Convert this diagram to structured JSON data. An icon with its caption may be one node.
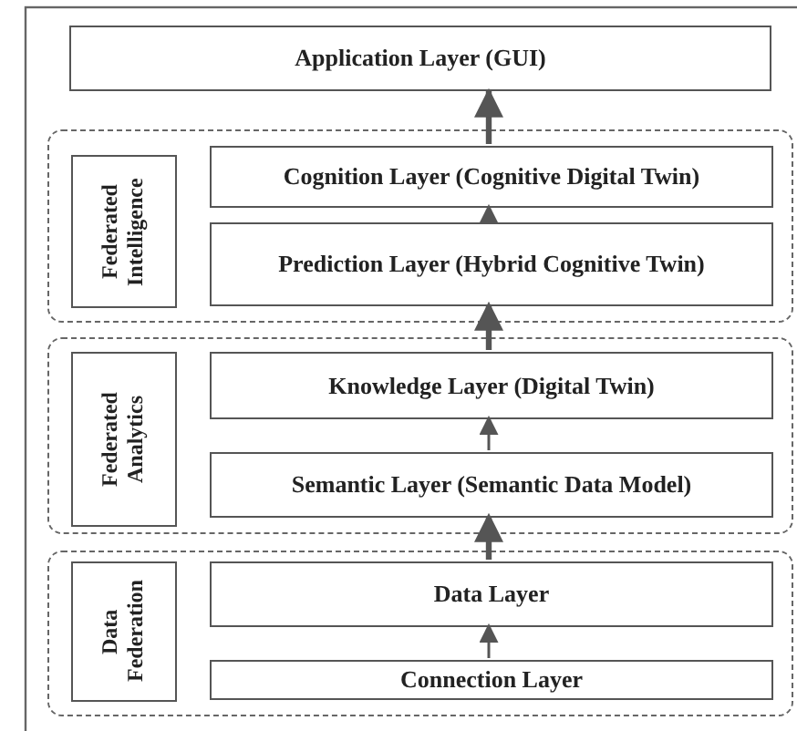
{
  "diagram": {
    "nodes": [
      {
        "text": [
          "Application Layer (GUI)"
        ]
      },
      {
        "text": [],
        "shape": "box"
      },
      {
        "text": [
          "Federated Intelligence"
        ],
        "in": 1
      },
      {
        "text": [
          "Cognition Layer (Cognitive Digital Twin)"
        ],
        "in": 1
      },
      {
        "text": [
          "Prediction Layer (Hybrid Cognitive Twin)"
        ],
        "in": 1
      },
      {
        "text": [],
        "shape": "box"
      },
      {
        "text": [
          "Federated Analytics"
        ],
        "in": 5
      },
      {
        "text": [
          "Knowledge Layer (Digital Twin)"
        ],
        "in": 5
      },
      {
        "text": [
          "Semantic Layer (Semantic Data Model)"
        ],
        "in": 5
      },
      {
        "text": [],
        "shape": "box"
      },
      {
        "text": [
          "Data Federation"
        ],
        "in": 9
      },
      {
        "text": [
          "Data Layer"
        ],
        "in": 9
      },
      {
        "text": [
          "Connection Layer"
        ],
        "in": 9
      }
    ],
    "edges": [
      {
        "from": 12,
        "to": 11,
        "arrow": "to"
      },
      {
        "from": 11,
        "to": 8,
        "arrow": "to",
        "style": "thick"
      },
      {
        "from": 8,
        "to": 7,
        "arrow": "to"
      },
      {
        "from": 7,
        "to": 4,
        "arrow": "to",
        "style": "thick"
      },
      {
        "from": 4,
        "to": 3,
        "arrow": "to"
      },
      {
        "from": 3,
        "to": 0,
        "arrow": "to",
        "style": "thick"
      }
    ]
  }
}
